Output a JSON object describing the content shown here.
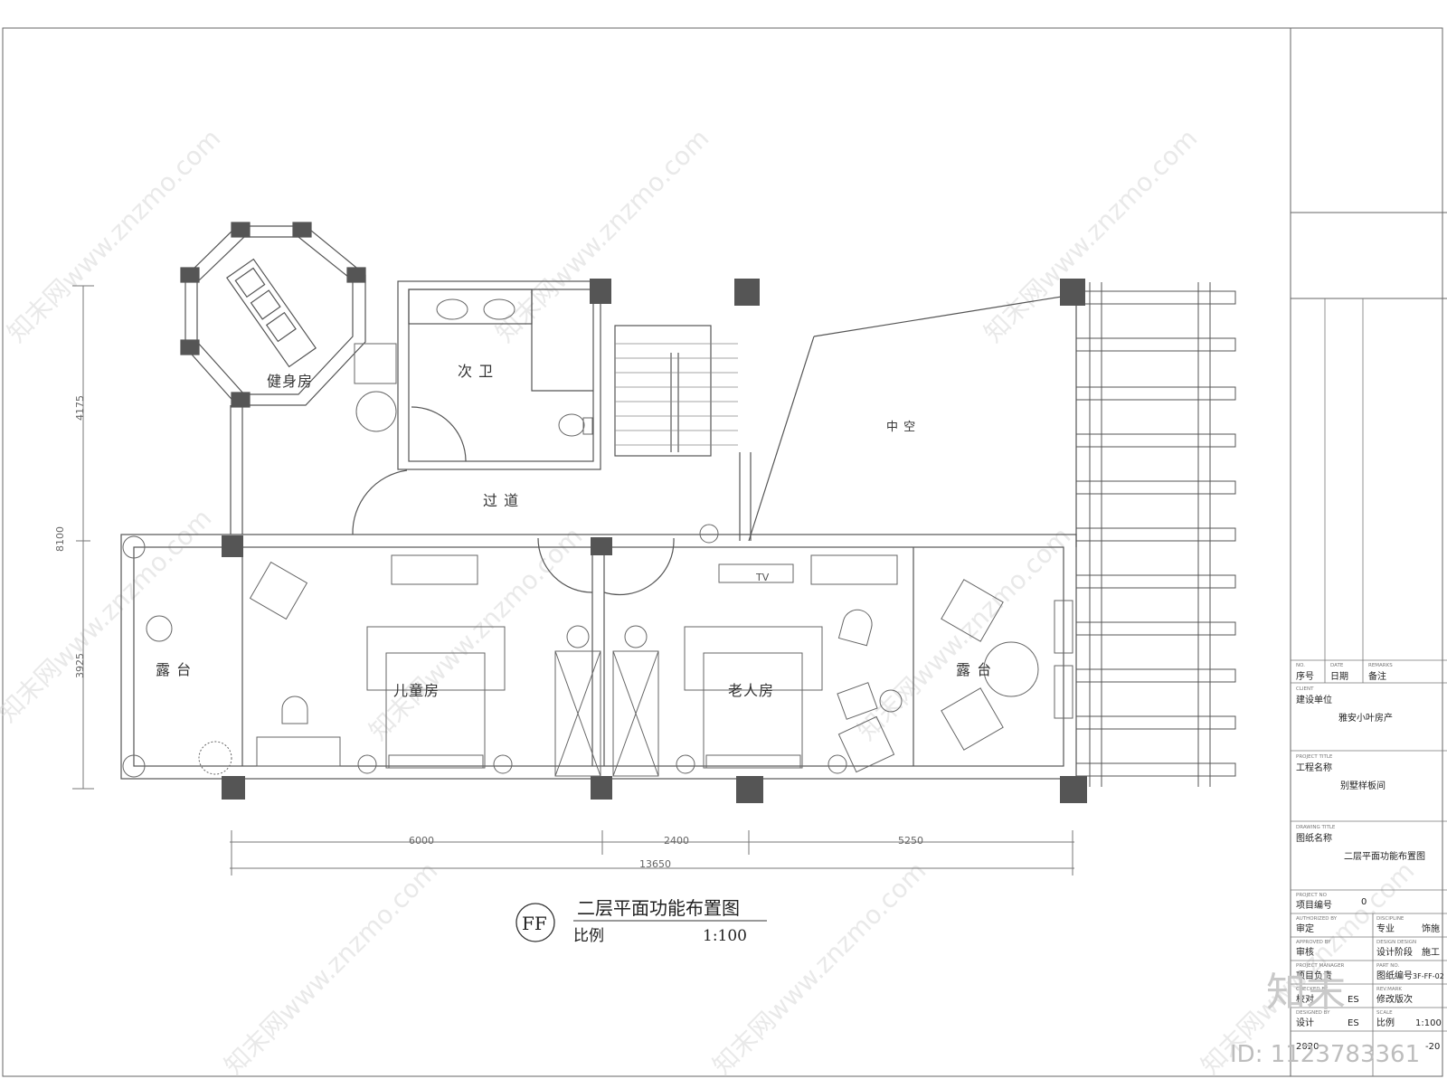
{
  "plan": {
    "rooms": {
      "gym": "健身房",
      "second_bath": "次 卫",
      "atrium": "中 空",
      "corridor": "过 道",
      "terrace_left": "露 台",
      "children_room": "儿童房",
      "elder_room": "老人房",
      "terrace_right": "露 台",
      "tv": "TV"
    },
    "dimensions": {
      "left_top": "4175",
      "left_total": "8100",
      "left_bottom": "3925",
      "bottom_a": "6000",
      "bottom_b": "2400",
      "bottom_c": "5250",
      "bottom_total": "13650"
    },
    "drawing_title": {
      "symbol": "FF",
      "name": "二层平面功能布置图",
      "scale_label": "比例",
      "scale_value": "1:100"
    }
  },
  "title_block": {
    "no_en": "NO.",
    "no": "序号",
    "date_en": "DATE",
    "date": "日期",
    "remarks_en": "REMARKS",
    "remarks": "备注",
    "client_en": "CLIENT",
    "client_label": "建设单位",
    "client_value": "雅安小叶房产",
    "project_en": "PROJECT TITLE",
    "project_label": "工程名称",
    "project_value": "别墅样板间",
    "drawing_en": "DRAWING TITLE",
    "drawing_label": "图纸名称",
    "drawing_value": "二层平面功能布置图",
    "projno_en": "PROJECT NO",
    "projno_label": "项目编号",
    "projno_value": "0",
    "auth_en": "AUTHORIZED BY",
    "auth_label": "审定",
    "disc_en": "DISCIPLINE",
    "disc_label": "专业",
    "disc_value": "饰施",
    "appr_en": "APPROVED BY",
    "appr_label": "审核",
    "stage_en": "DESIGN DESIGN",
    "stage_label": "设计阶段",
    "stage_value": "施工",
    "pm_en": "PROJECT MANAGER",
    "pm_label": "项目负责",
    "part_en": "PART NO.",
    "part_label": "图纸编号",
    "part_value": "3F-FF-02",
    "check_en": "CHECKED BY",
    "check_label": "校对",
    "check_value": "ES",
    "rev_en": "REV.MARK",
    "rev_label": "修改版次",
    "des_en": "DESIGNED BY",
    "des_label": "设计",
    "des_value": "ES",
    "scale_en": "SCALE",
    "scale_label": "比例",
    "scale_value": "1:100",
    "date_value": "2020",
    "date_value_tail": "-20"
  },
  "watermark": {
    "site": "知末网www.znzmo.com",
    "brand": "知末",
    "id": "ID: 1123783361"
  }
}
